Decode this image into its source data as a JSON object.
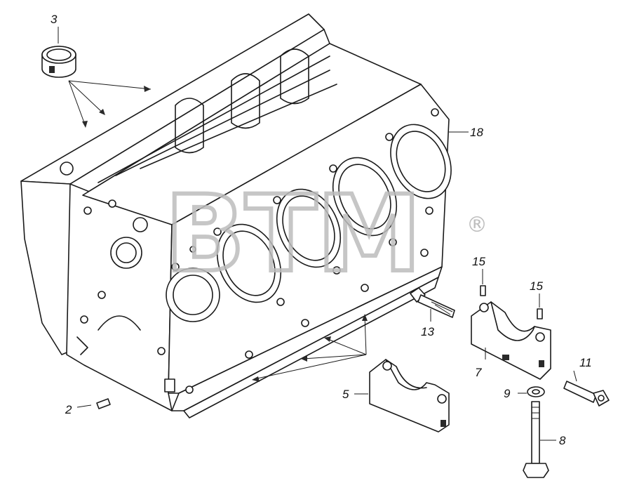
{
  "watermark": {
    "text": "BTM",
    "registered_symbol": "®"
  },
  "callouts": [
    {
      "id": "3",
      "label": "3"
    },
    {
      "id": "18",
      "label": "18"
    },
    {
      "id": "15a",
      "label": "15"
    },
    {
      "id": "15b",
      "label": "15"
    },
    {
      "id": "13",
      "label": "13"
    },
    {
      "id": "11",
      "label": "11"
    },
    {
      "id": "7",
      "label": "7"
    },
    {
      "id": "5",
      "label": "5"
    },
    {
      "id": "9",
      "label": "9"
    },
    {
      "id": "8",
      "label": "8"
    },
    {
      "id": "2",
      "label": "2"
    }
  ]
}
